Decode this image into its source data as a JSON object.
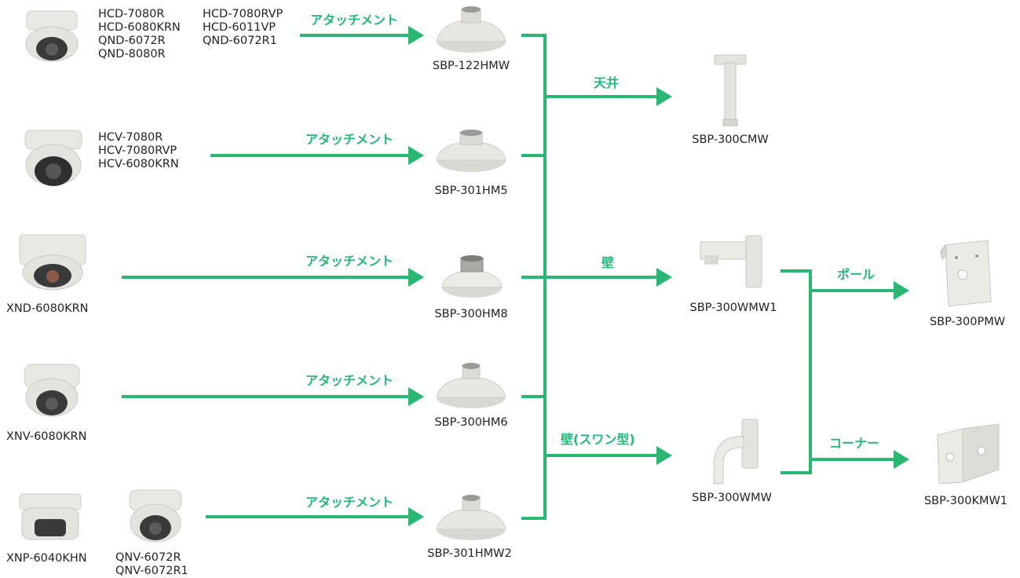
{
  "colors": {
    "connector": "#2bb673",
    "label": "#25b87a",
    "plastic": "#e7e6e1",
    "shadow": "#bdbcb6"
  },
  "attach_label": "アタッチメント",
  "cameras": [
    {
      "col1": "HCD-7080R\nHCD-6080KRN\nQND-6072R\nQND-8080R",
      "col2": "HCD-7080RVP\nHCD-6011VP\nQND-6072R1"
    },
    {
      "col1": "HCV-7080R\nHCV-7080RVP\nHCV-6080KRN"
    },
    {
      "col1": "XND-6080KRN"
    },
    {
      "col1": "XNV-6080KRN"
    },
    {
      "col1": "XNP-6040KHN",
      "col2": "QNV-6072R\nQNV-6072R1"
    }
  ],
  "adapters": [
    "SBP-122HMW",
    "SBP-301HM5",
    "SBP-300HM8",
    "SBP-300HM6",
    "SBP-301HMW2"
  ],
  "mounts": {
    "ceiling": {
      "label": "天井",
      "model": "SBP-300CMW"
    },
    "wall": {
      "label": "壁",
      "model": "SBP-300WMW1"
    },
    "swan": {
      "label": "壁(スワン型)",
      "model": "SBP-300WMW"
    }
  },
  "accessories": {
    "pole": {
      "label": "ポール",
      "model": "SBP-300PMW"
    },
    "corner": {
      "label": "コーナー",
      "model": "SBP-300KMW1"
    }
  }
}
